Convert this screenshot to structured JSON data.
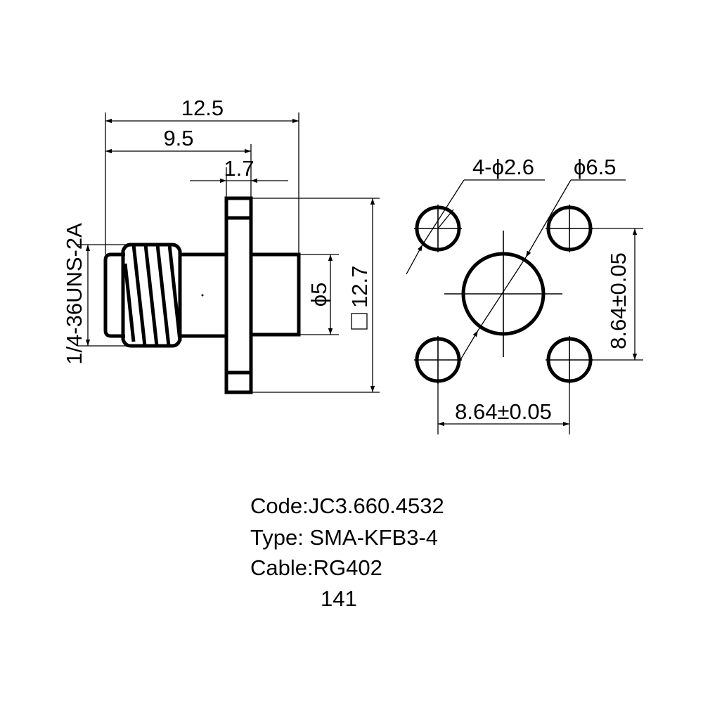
{
  "side_view": {
    "dim_overall_length": "12.5",
    "dim_thread_to_flange": "9.5",
    "dim_flange_thickness": "1.7",
    "dim_body_diameter": "ϕ5",
    "dim_flange_square": "12.7",
    "thread_spec": "1/4-36UNS-2A"
  },
  "front_view": {
    "dim_mount_holes": "4-ϕ2.6",
    "dim_center_diameter": "ϕ6.5",
    "dim_vertical_spacing": "8.64±0.05",
    "dim_horizontal_spacing": "8.64±0.05"
  },
  "info": {
    "code": "Code:JC3.660.4532",
    "type": "Type: SMA-KFB3-4",
    "cable": "Cable:RG402",
    "number": "141"
  }
}
